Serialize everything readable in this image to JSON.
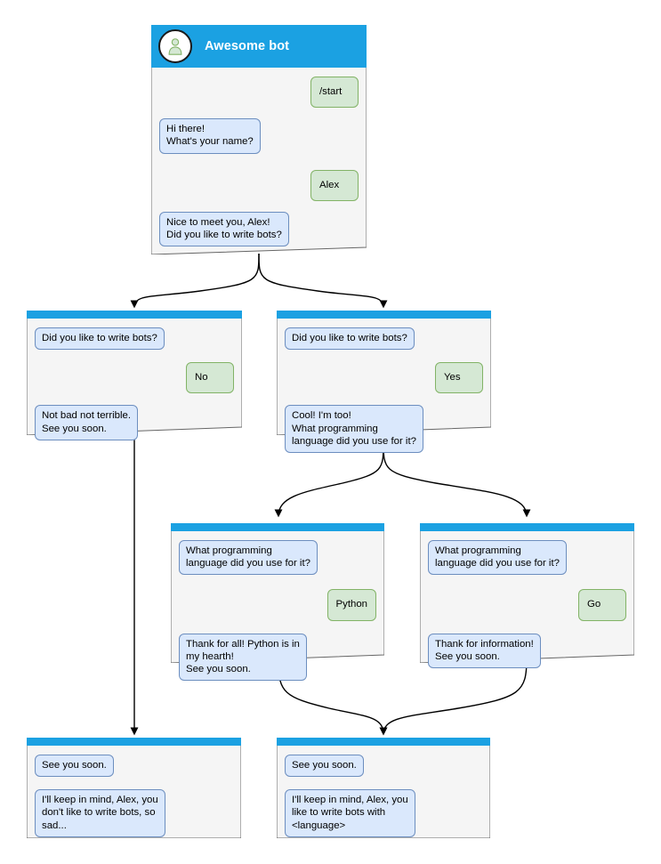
{
  "theme": {
    "header_color": "#1ba1e2",
    "window_bg": "#f5f5f5",
    "window_border": "#666666",
    "bot_bubble_bg": "#dae8fc",
    "bot_bubble_border": "#6c8ebf",
    "user_bubble_bg": "#d5e8d4",
    "user_bubble_border": "#82b366",
    "edge_color": "#000000",
    "page_bg": "#ffffff"
  },
  "nodes": [
    {
      "id": "start",
      "title": "Awesome bot",
      "avatar_icon": "person-icon",
      "messages": [
        {
          "from": "user",
          "text": "/start"
        },
        {
          "from": "bot",
          "text": "Hi there!\nWhat's your name?"
        },
        {
          "from": "user",
          "text": "Alex"
        },
        {
          "from": "bot",
          "text": "Nice to meet you, Alex!\nDid you like to write bots?"
        }
      ]
    },
    {
      "id": "answer-no",
      "title": "",
      "messages": [
        {
          "from": "bot",
          "text": "Did you like to write bots?"
        },
        {
          "from": "user",
          "text": "No"
        },
        {
          "from": "bot",
          "text": "Not bad not terrible.\nSee you soon."
        }
      ]
    },
    {
      "id": "answer-yes",
      "title": "",
      "messages": [
        {
          "from": "bot",
          "text": "Did you like to write bots?"
        },
        {
          "from": "user",
          "text": "Yes"
        },
        {
          "from": "bot",
          "text": "Cool! I'm too!\nWhat programming\nlanguage did you use for it?"
        }
      ]
    },
    {
      "id": "answer-python",
      "title": "",
      "messages": [
        {
          "from": "bot",
          "text": "What programming\nlanguage did you use for it?"
        },
        {
          "from": "user",
          "text": "Python"
        },
        {
          "from": "bot",
          "text": "Thank for all! Python is in\nmy hearth!\nSee you soon."
        }
      ]
    },
    {
      "id": "answer-go",
      "title": "",
      "messages": [
        {
          "from": "bot",
          "text": "What programming\nlanguage did you use for it?"
        },
        {
          "from": "user",
          "text": "Go"
        },
        {
          "from": "bot",
          "text": "Thank for information!\nSee you soon."
        }
      ]
    },
    {
      "id": "end-sad",
      "title": "",
      "messages": [
        {
          "from": "bot",
          "text": "See you soon."
        },
        {
          "from": "bot",
          "text": "I'll keep in mind, Alex, you\ndon't like to write bots, so\nsad..."
        }
      ]
    },
    {
      "id": "end-happy",
      "title": "",
      "messages": [
        {
          "from": "bot",
          "text": "See you soon."
        },
        {
          "from": "bot",
          "text": "I'll keep in mind, Alex, you\nlike to write bots with\n<language>"
        }
      ]
    }
  ]
}
